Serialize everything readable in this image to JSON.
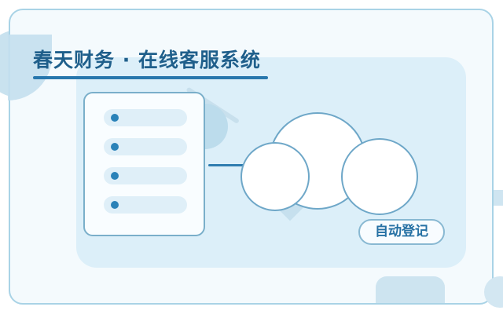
{
  "header": {
    "title": "春天财务 · 在线客服系统"
  },
  "list": {
    "row_count": 4
  },
  "actions": {
    "auto_register_label": "自动登记"
  },
  "colors": {
    "accent": "#2777ad",
    "title": "#1f5f8b",
    "panel": "#dceff9",
    "frame_border": "#a9d3e6"
  },
  "icons": {
    "list_card": "list-icon",
    "cloud": "cloud-icon"
  }
}
